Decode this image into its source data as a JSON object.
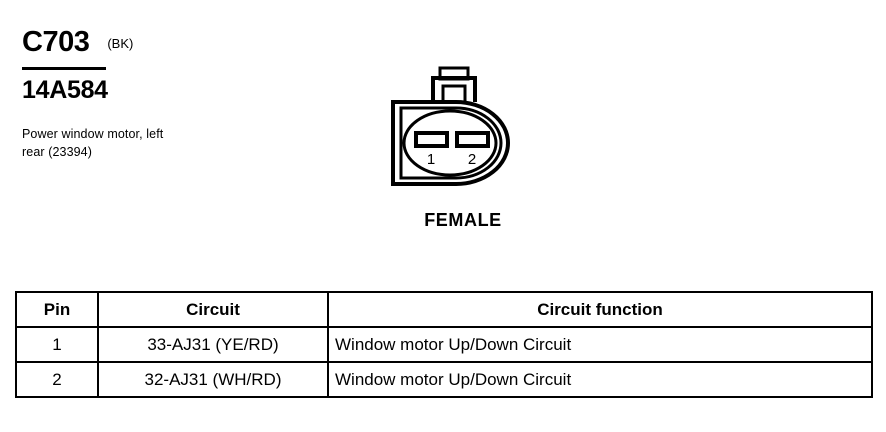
{
  "header": {
    "connector_id": "C703",
    "color_code": "(BK)",
    "part_number": "14A584",
    "description": "Power window motor, left rear (23394)"
  },
  "connector": {
    "type_label": "FEMALE",
    "pin_markers": [
      "1",
      "2"
    ]
  },
  "table": {
    "headers": {
      "pin": "Pin",
      "circuit": "Circuit",
      "function": "Circuit function"
    },
    "rows": [
      {
        "pin": "1",
        "circuit": "33-AJ31 (YE/RD)",
        "function": "Window motor Up/Down Circuit"
      },
      {
        "pin": "2",
        "circuit": "32-AJ31 (WH/RD)",
        "function": "Window motor Up/Down Circuit"
      }
    ]
  },
  "colors": {
    "ink": "#000000",
    "background": "#ffffff"
  }
}
